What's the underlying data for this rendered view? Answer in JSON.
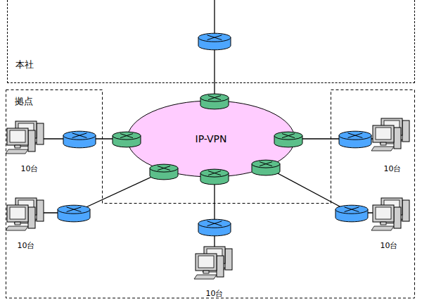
{
  "diagram": {
    "nodes": [
      {
        "text": [
          "本社"
        ]
      },
      {
        "text": [
          "拠点"
        ]
      },
      {
        "text": [
          "IP-VPN"
        ]
      }
    ],
    "labels": [
      "10台",
      "10台",
      "10台",
      "10台",
      "10台"
    ]
  }
}
